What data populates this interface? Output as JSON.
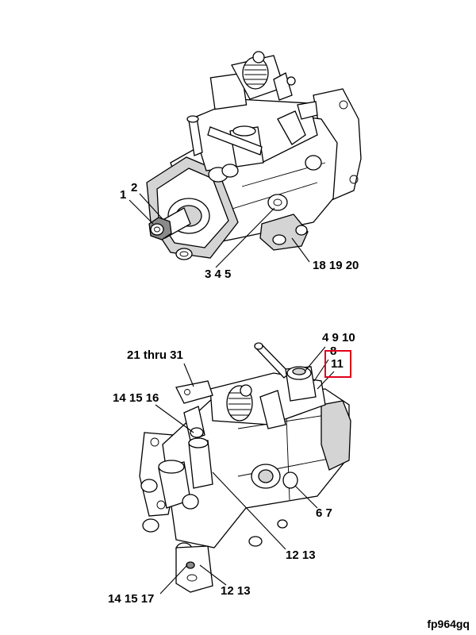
{
  "upper_view": {
    "callouts": [
      {
        "id": "c1",
        "text": "1"
      },
      {
        "id": "c2",
        "text": "2"
      },
      {
        "id": "c345",
        "text": "3 4 5"
      },
      {
        "id": "c181920",
        "text": "18 19 20"
      }
    ]
  },
  "lower_view": {
    "callouts": [
      {
        "id": "c21",
        "text": "21 thru 31"
      },
      {
        "id": "c4910",
        "text": "4 9 10"
      },
      {
        "id": "c8",
        "text": "8"
      },
      {
        "id": "c11",
        "text": "11"
      },
      {
        "id": "c141516",
        "text": "14 15 16"
      },
      {
        "id": "c67",
        "text": "6 7"
      },
      {
        "id": "c1213a",
        "text": "12 13"
      },
      {
        "id": "c1213b",
        "text": "12 13"
      },
      {
        "id": "c141517",
        "text": "14 15 17"
      }
    ],
    "highlight_color": "#e0001a"
  },
  "figure_id": "fp964gq"
}
